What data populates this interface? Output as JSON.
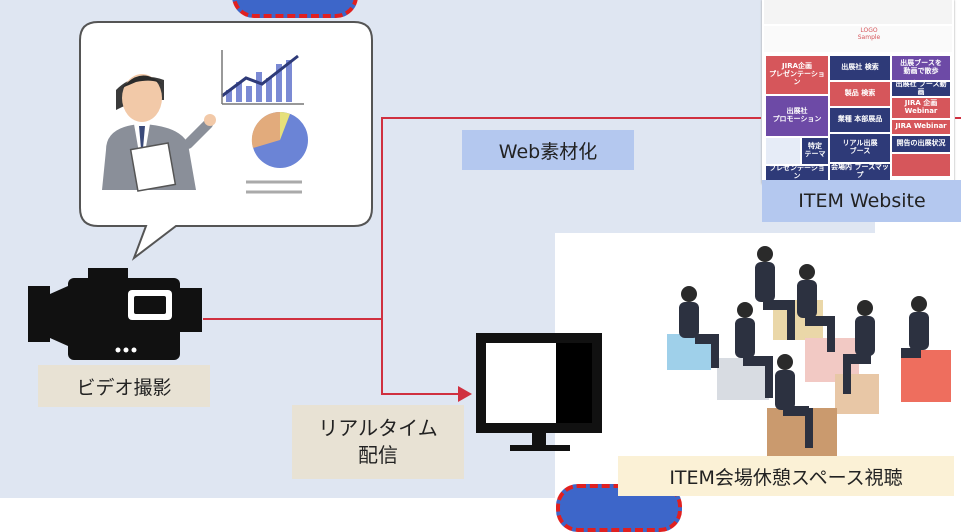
{
  "labels": {
    "video_shoot": "ビデオ撮影",
    "web_material": "Web素材化",
    "realtime_line1": "リアルタイム",
    "realtime_line2": "配信",
    "item_website": "ITEM Website",
    "venue_viewing": "ITEM会場休憩スペース視聴"
  },
  "website_thumb": {
    "tiles": [
      "JIRA企画\nプレゼンテーション",
      "出展社 検索",
      "出展ブースを\n動画で散歩",
      "出展社 ブース動画",
      "製品 検索",
      "JIRA 企画\nWebinar",
      "出展社\nプロモーション",
      "業種 本部展品",
      "JIRA Webinar",
      "リアル出展\nブース",
      "特定\nテーマ",
      "開告の出展状況",
      "プレゼンテーション",
      "会場内 ブースマップ",
      "LOGO\nSample"
    ]
  },
  "colors": {
    "background": "#dfe6f2",
    "arrow": "#d03040",
    "label_box": "#e8e2d4",
    "label_blue": "#b4c8ef",
    "pill": "#3d66c9",
    "dash": "#e02020"
  }
}
